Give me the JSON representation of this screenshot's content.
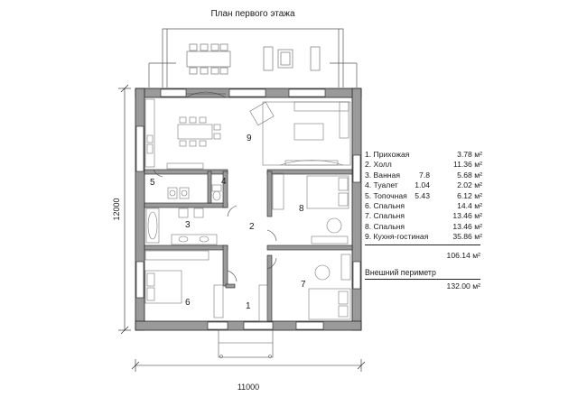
{
  "title": "План первого этажа",
  "rooms": [
    {
      "num": "1",
      "name": "Прихожая",
      "sub": "",
      "area": "3.78 м²"
    },
    {
      "num": "2",
      "name": "Холл",
      "sub": "",
      "area": "11.36 м²"
    },
    {
      "num": "3",
      "name": "Ванная",
      "sub": "7.8",
      "area": "5.68 м²"
    },
    {
      "num": "4",
      "name": "Туалет",
      "sub": "1.04",
      "area": "2.02 м²"
    },
    {
      "num": "5",
      "name": "Топочная",
      "sub": "5.43",
      "area": "6.12 м²"
    },
    {
      "num": "6",
      "name": "Спальня",
      "sub": "",
      "area": "14.4 м²"
    },
    {
      "num": "7",
      "name": "Спальня",
      "sub": "",
      "area": "13.46 м²"
    },
    {
      "num": "8",
      "name": "Спальня",
      "sub": "",
      "area": "13.46 м²"
    },
    {
      "num": "9",
      "name": "Кухня-гостиная",
      "sub": "",
      "area": "35.86 м²"
    }
  ],
  "total_area": "106.14 м²",
  "perimeter_label": "Внешний периметр",
  "perimeter_value": "132.00 м²",
  "dimensions": {
    "width": "11000",
    "height": "12000"
  },
  "colors": {
    "wall": "#9a9a9a",
    "line": "#222222",
    "furniture": "#777777"
  }
}
